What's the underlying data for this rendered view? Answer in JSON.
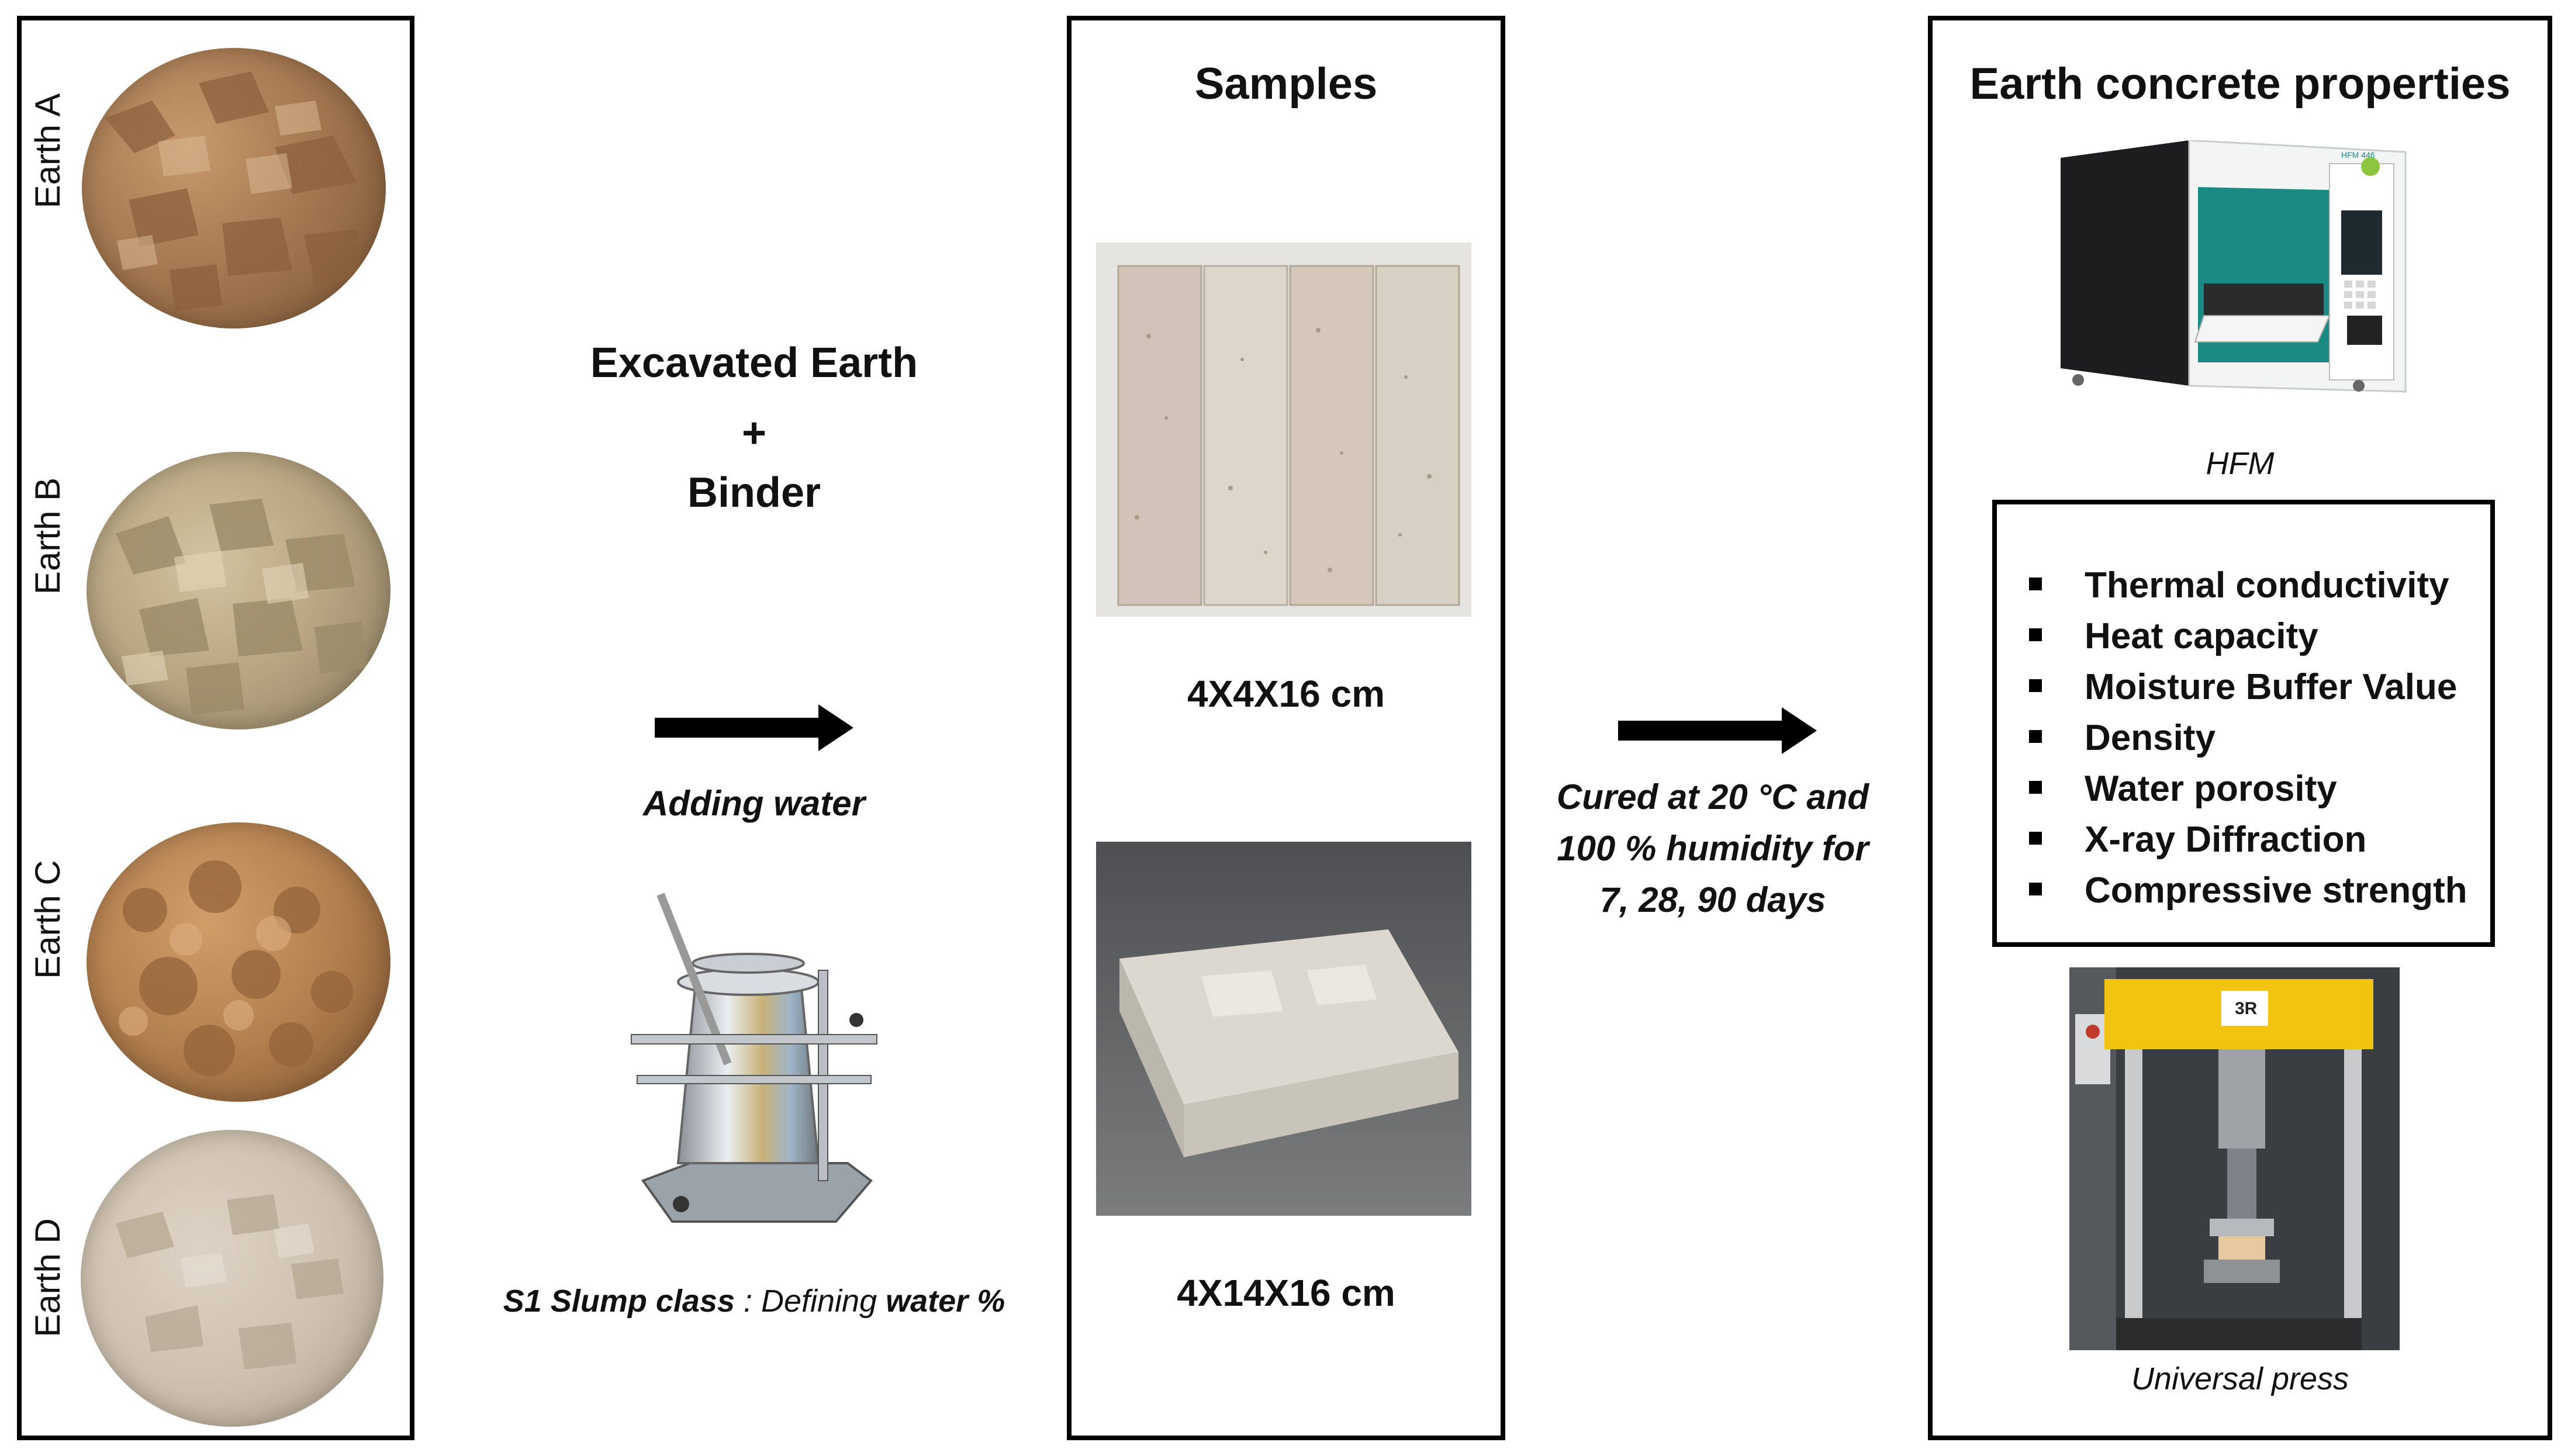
{
  "earths": [
    {
      "label": "Earth A",
      "color": "#a67a52"
    },
    {
      "label": "Earth B",
      "color": "#b7a481"
    },
    {
      "label": "Earth C",
      "color": "#b3804f"
    },
    {
      "label": "Earth D",
      "color": "#cdc0ae"
    }
  ],
  "mix": {
    "line1": "Excavated Earth",
    "plus": "+",
    "line2": "Binder",
    "arrow_caption": "Adding water",
    "slump_bold": "S1 Slump class",
    "slump_mid": " : Defining ",
    "slump_end": "water %"
  },
  "samples": {
    "title": "Samples",
    "size1": "4X4X16 cm",
    "size2": "4X14X16 cm"
  },
  "curing": {
    "line1": "Cured at 20 °C and",
    "line2": "100 % humidity for",
    "line3": "7, 28, 90 days"
  },
  "properties": {
    "title": "Earth concrete properties",
    "hfm_caption": "HFM",
    "items": [
      "Thermal conductivity",
      "Heat capacity",
      "Moisture Buffer Value",
      "Density",
      "Water porosity",
      "X-ray Diffraction",
      "Compressive strength"
    ],
    "press_caption": "Universal press",
    "press_logo": "3R",
    "hfm_brand": "HFM 446"
  },
  "colors": {
    "border": "#000000",
    "hfm_accent": "#1a8a83",
    "press_yellow": "#f2c40f"
  }
}
